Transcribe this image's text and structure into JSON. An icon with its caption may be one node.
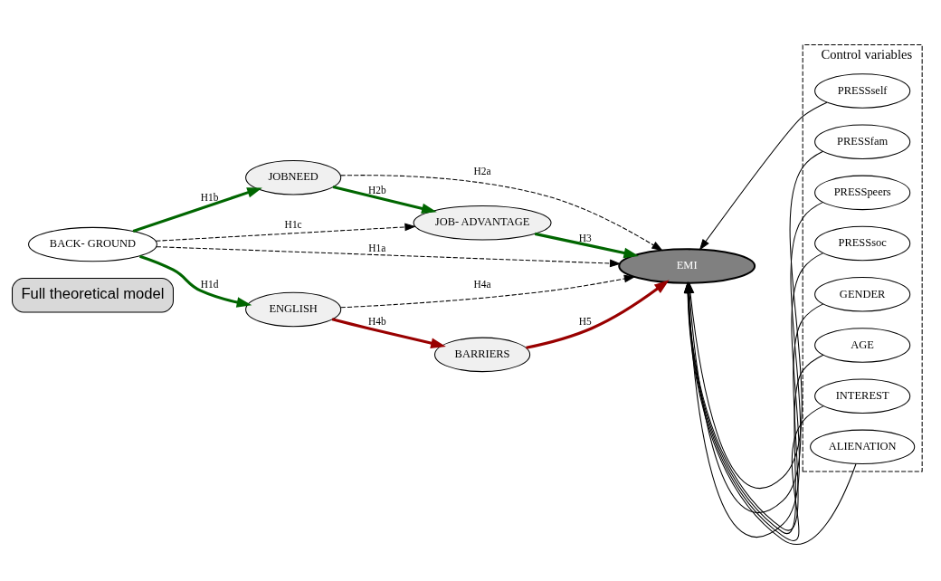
{
  "diagram": {
    "nodes": [
      {
        "text": [
          "Full theoretical model"
        ]
      },
      {
        "text": [
          "BACK- GROUND"
        ]
      },
      {
        "text": [
          "JOBNEED"
        ]
      },
      {
        "text": [
          "JOB- ADVANTAGE"
        ]
      },
      {
        "text": [
          "EMI"
        ]
      },
      {
        "text": [
          "ENGLISH"
        ]
      },
      {
        "text": [
          "BARRIERS"
        ]
      },
      {
        "text": [
          "Control variables"
        ]
      },
      {
        "text": [
          "PRESSself"
        ],
        "in": 7
      },
      {
        "text": [
          "PRESSfam"
        ],
        "in": 7
      },
      {
        "text": [
          "PRESSpeers"
        ],
        "in": 7
      },
      {
        "text": [
          "PRESSsoc"
        ],
        "in": 7
      },
      {
        "text": [
          "GENDER"
        ],
        "in": 7
      },
      {
        "text": [
          "AGE"
        ],
        "in": 7
      },
      {
        "text": [
          "INTEREST"
        ],
        "in": 7
      },
      {
        "text": [
          "ALIENATION"
        ],
        "in": 7
      }
    ],
    "edges": [
      {
        "from": 1,
        "to": 2,
        "arrow": "to",
        "label": "H1b",
        "style": "thick",
        "color": "#006600"
      },
      {
        "from": 1,
        "to": 3,
        "arrow": "to",
        "label": "H1c",
        "style": "dashed"
      },
      {
        "from": 1,
        "to": 4,
        "arrow": "to",
        "label": "H1a",
        "style": "dashed"
      },
      {
        "from": 1,
        "to": 5,
        "arrow": "to",
        "label": "H1d",
        "style": "thick",
        "color": "#006600"
      },
      {
        "from": 2,
        "to": 3,
        "arrow": "to",
        "label": "H2b",
        "style": "thick",
        "color": "#006600"
      },
      {
        "from": 2,
        "to": 4,
        "arrow": "to",
        "label": "H2a",
        "style": "dashed"
      },
      {
        "from": 3,
        "to": 4,
        "arrow": "to",
        "label": "H3",
        "style": "thick",
        "color": "#006600"
      },
      {
        "from": 5,
        "to": 6,
        "arrow": "to",
        "label": "H4b",
        "style": "thick",
        "color": "#990000"
      },
      {
        "from": 5,
        "to": 4,
        "arrow": "to",
        "label": "H4a",
        "style": "dashed"
      },
      {
        "from": 6,
        "to": 4,
        "arrow": "to",
        "label": "H5",
        "style": "thick",
        "color": "#990000"
      },
      {
        "from": 8,
        "to": 4,
        "arrow": "to"
      },
      {
        "from": 9,
        "to": 4,
        "arrow": "to"
      },
      {
        "from": 10,
        "to": 4,
        "arrow": "to"
      },
      {
        "from": 11,
        "to": 4,
        "arrow": "to"
      },
      {
        "from": 12,
        "to": 4,
        "arrow": "to"
      },
      {
        "from": 13,
        "to": 4,
        "arrow": "to"
      },
      {
        "from": 14,
        "to": 4,
        "arrow": "to"
      },
      {
        "from": 15,
        "to": 4,
        "arrow": "to"
      }
    ]
  }
}
